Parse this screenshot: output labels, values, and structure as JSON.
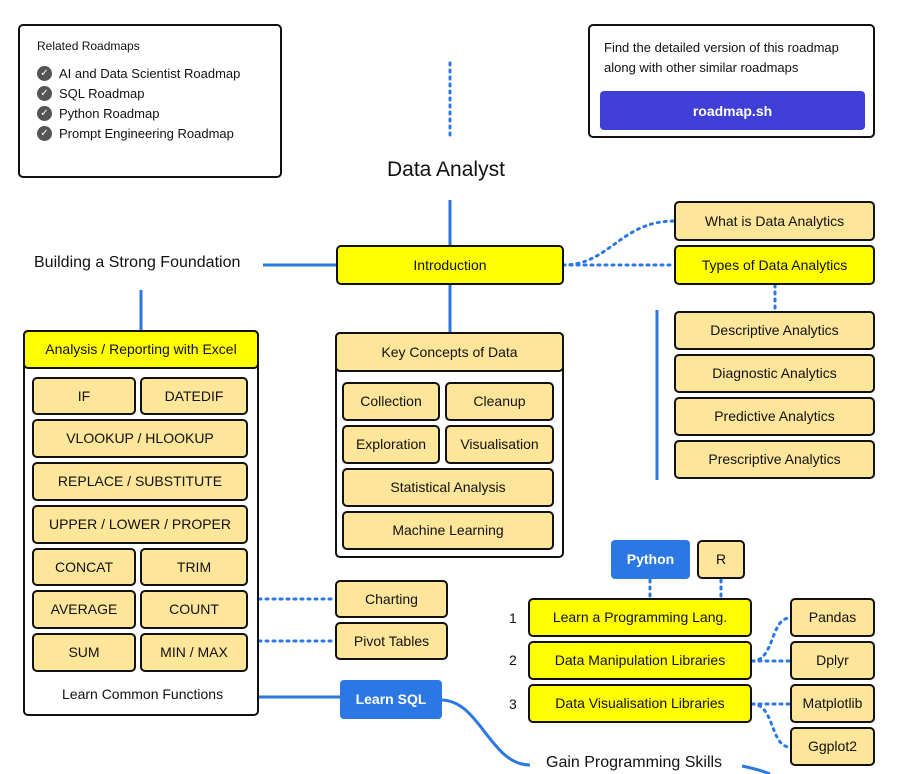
{
  "title": "Data Analyst",
  "related": {
    "heading": "Related Roadmaps",
    "items": [
      "AI and Data Scientist Roadmap",
      "SQL Roadmap",
      "Python Roadmap",
      "Prompt Engineering Roadmap"
    ]
  },
  "promo": {
    "text": "Find the detailed version of this roadmap along with other similar roadmaps",
    "button": "roadmap.sh"
  },
  "introduction": "Introduction",
  "foundation": "Building a Strong Foundation",
  "intro_topics": [
    "What is Data Analytics",
    "Types of Data Analytics"
  ],
  "analytics_types": [
    "Descriptive Analytics",
    "Diagnostic Analytics",
    "Predictive Analytics",
    "Prescriptive Analytics"
  ],
  "key_concepts": {
    "title": "Key Concepts of Data",
    "items": [
      "Collection",
      "Cleanup",
      "Exploration",
      "Visualisation",
      "Statistical Analysis",
      "Machine Learning"
    ]
  },
  "excel": {
    "title": "Analysis / Reporting with Excel",
    "functions": [
      "IF",
      "DATEDIF",
      "VLOOKUP / HLOOKUP",
      "REPLACE / SUBSTITUTE",
      "UPPER / LOWER / PROPER",
      "CONCAT",
      "TRIM",
      "AVERAGE",
      "COUNT",
      "SUM",
      "MIN / MAX"
    ],
    "footer": "Learn Common Functions"
  },
  "excel_extras": [
    "Charting",
    "Pivot Tables"
  ],
  "learn_sql": "Learn SQL",
  "languages": [
    "Python",
    "R"
  ],
  "programming_steps": [
    {
      "num": "1",
      "label": "Learn a Programming Lang."
    },
    {
      "num": "2",
      "label": "Data Manipulation Libraries"
    },
    {
      "num": "3",
      "label": "Data Visualisation Libraries"
    }
  ],
  "libraries": [
    "Pandas",
    "Dplyr",
    "Matplotlib",
    "Ggplot2"
  ],
  "programming_skills": "Gain Programming Skills",
  "colors": {
    "accent_blue": "#2b78e4",
    "promo_button": "#3f3fd8",
    "yellow": "#ffff00",
    "pale": "#fde59a",
    "line": "#2b78e4"
  }
}
